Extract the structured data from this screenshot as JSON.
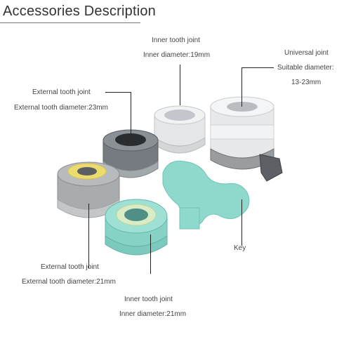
{
  "title": "Accessories Description",
  "labels": {
    "inner19_name": "Inner tooth joint",
    "inner19_dim": "Inner diameter:19mm",
    "universal_name": "Universal joint",
    "universal_dim": "Suitable diameter:",
    "universal_range": "13-23mm",
    "ext23_name": "External tooth joint",
    "ext23_dim": "External tooth diameter:23mm",
    "key_name": "Key",
    "ext21_name": "External tooth joint",
    "ext21_dim": "External tooth diameter:21mm",
    "inner21_name": "Inner tooth joint",
    "inner21_dim": "Inner diameter:21mm"
  },
  "colors": {
    "text": "#444444",
    "white_part": "#ecedef",
    "dark_grey_part": "#6e7478",
    "light_grey_part": "#b3b6b8",
    "yellow_seal": "#ecdc6e",
    "mint_part": "#8fd9cc",
    "steel_clamp": "#8a8d90"
  }
}
